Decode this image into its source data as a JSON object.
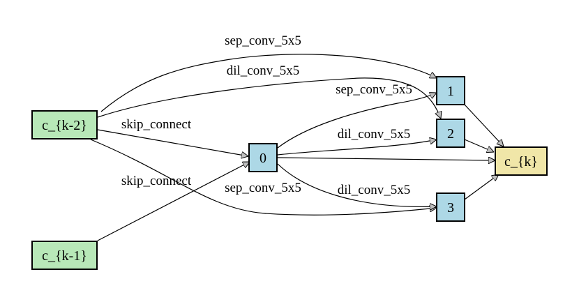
{
  "colors": {
    "input_node": "#b8e8b8",
    "intermediate_node": "#add8e6",
    "output_node": "#f0e6a8",
    "edge": "#000000"
  },
  "nodes": {
    "ck2": "c_{k-2}",
    "ck1": "c_{k-1}",
    "n0": "0",
    "n1": "1",
    "n2": "2",
    "n3": "3",
    "ck": "c_{k}"
  },
  "edges": {
    "ck2_to_1": "sep_conv_5x5",
    "ck2_to_2": "dil_conv_5x5",
    "ck2_to_0": "skip_connect",
    "ck1_to_0": "skip_connect",
    "ck2_to_3": "sep_conv_5x5",
    "n0_to_1": "sep_conv_5x5",
    "n0_to_2": "dil_conv_5x5",
    "n0_to_3": "dil_conv_5x5"
  }
}
